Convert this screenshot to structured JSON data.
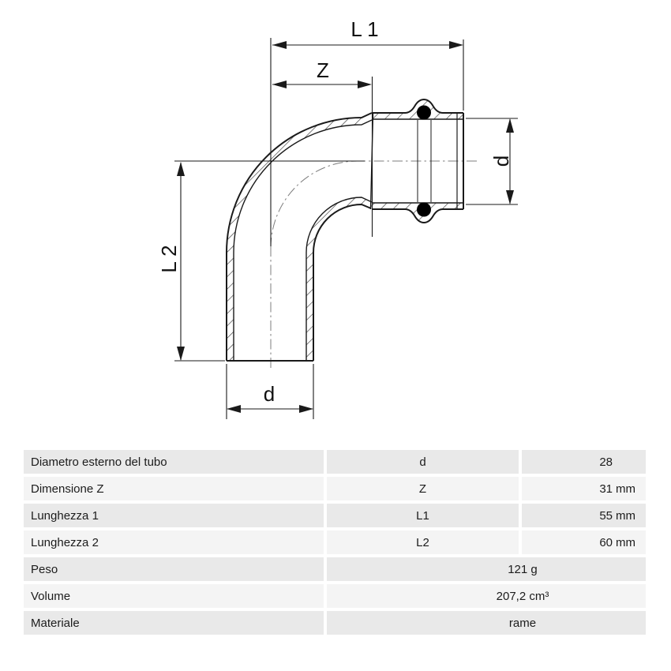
{
  "diagram": {
    "labels": {
      "l1": "L 1",
      "z": "Z",
      "d_right": "d",
      "l2": "L 2",
      "d_bottom": "d"
    }
  },
  "table": {
    "rows": [
      {
        "label": "Diametro esterno del tubo",
        "symbol": "d",
        "value": "28",
        "unit": ""
      },
      {
        "label": "Dimensione Z",
        "symbol": "Z",
        "value": "31",
        "unit": "mm"
      },
      {
        "label": "Lunghezza 1",
        "symbol": "L1",
        "value": "55",
        "unit": "mm"
      },
      {
        "label": "Lunghezza 2",
        "symbol": "L2",
        "value": "60",
        "unit": "mm"
      },
      {
        "label": "Peso",
        "value": "121 g"
      },
      {
        "label": "Volume",
        "value": "207,2 cm³"
      },
      {
        "label": "Materiale",
        "value": "rame"
      }
    ]
  },
  "colors": {
    "outline": "#1a1a1a",
    "dimension": "#1a1a1a",
    "centerline": "#7d7d7d",
    "row_dark": "#e9e9e9",
    "row_light": "#f4f4f4"
  }
}
